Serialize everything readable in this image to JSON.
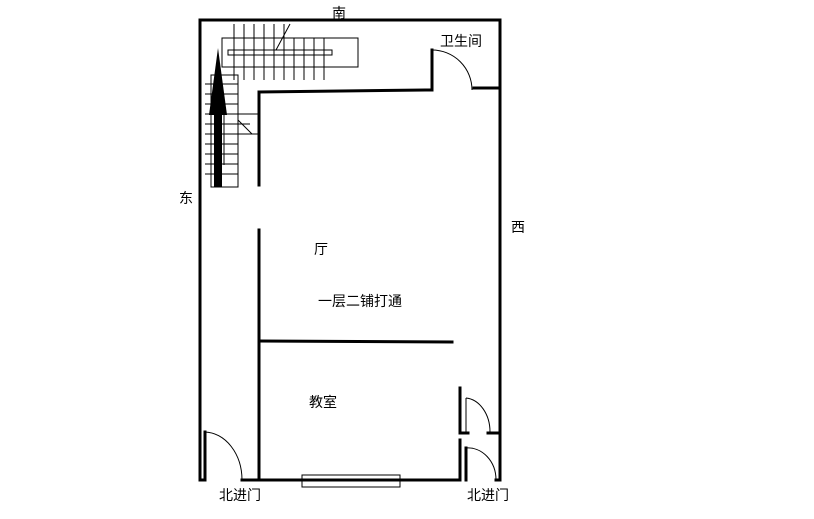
{
  "labels": {
    "south": "南",
    "east": "东",
    "west": "西",
    "bathroom": "卫生间",
    "hall": "厅",
    "note": "一层二铺打通",
    "classroom": "教室",
    "north_entrance_left": "北进门",
    "north_entrance_right": "北进门"
  }
}
